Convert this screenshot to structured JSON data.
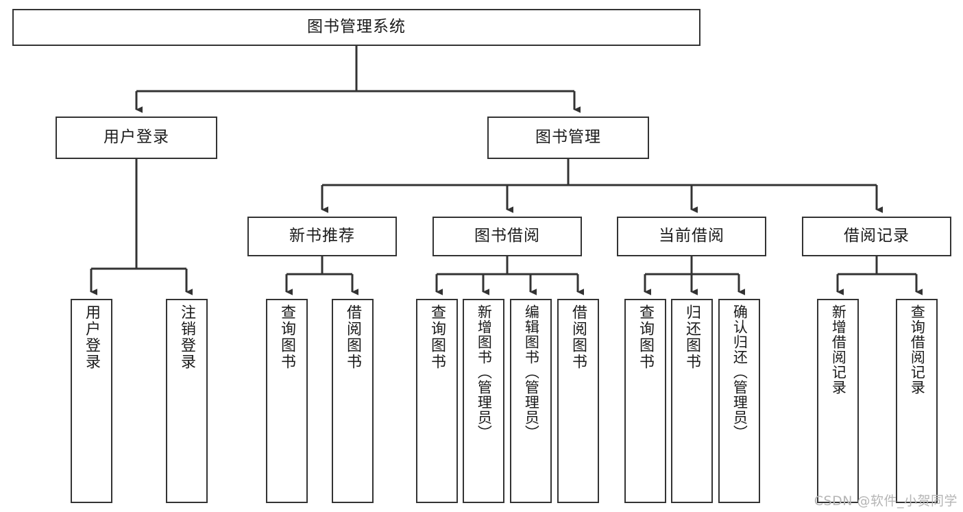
{
  "diagram": {
    "title": "图书管理系统",
    "type": "tree-hierarchy-chart",
    "colors": {
      "background": "#ffffff",
      "box_border": "#333333",
      "box_fill": "#ffffff",
      "text": "#1a1a1a",
      "connector": "#333333",
      "watermark": "#b5b5b5"
    },
    "root": {
      "label": "图书管理系统"
    },
    "level2": [
      {
        "label": "用户登录"
      },
      {
        "label": "图书管理"
      }
    ],
    "level3": [
      {
        "label": "新书推荐"
      },
      {
        "label": "图书借阅"
      },
      {
        "label": "当前借阅"
      },
      {
        "label": "借阅记录"
      }
    ],
    "leaves": {
      "user_login": [
        {
          "label": "用户登录"
        },
        {
          "label": "注销登录"
        }
      ],
      "new_book_recommend": [
        {
          "label": "查询图书"
        },
        {
          "label": "借阅图书"
        }
      ],
      "book_borrow": [
        {
          "label": "查询图书"
        },
        {
          "label": "新增图书（管理员）"
        },
        {
          "label": "编辑图书（管理员）"
        },
        {
          "label": "借阅图书"
        }
      ],
      "current_borrow": [
        {
          "label": "查询图书"
        },
        {
          "label": "归还图书"
        },
        {
          "label": "确认归还（管理员）"
        }
      ],
      "borrow_record": [
        {
          "label": "新增借阅记录"
        },
        {
          "label": "查询借阅记录"
        }
      ]
    }
  },
  "watermark": {
    "text": "CSDN @软件_小贺同学"
  }
}
